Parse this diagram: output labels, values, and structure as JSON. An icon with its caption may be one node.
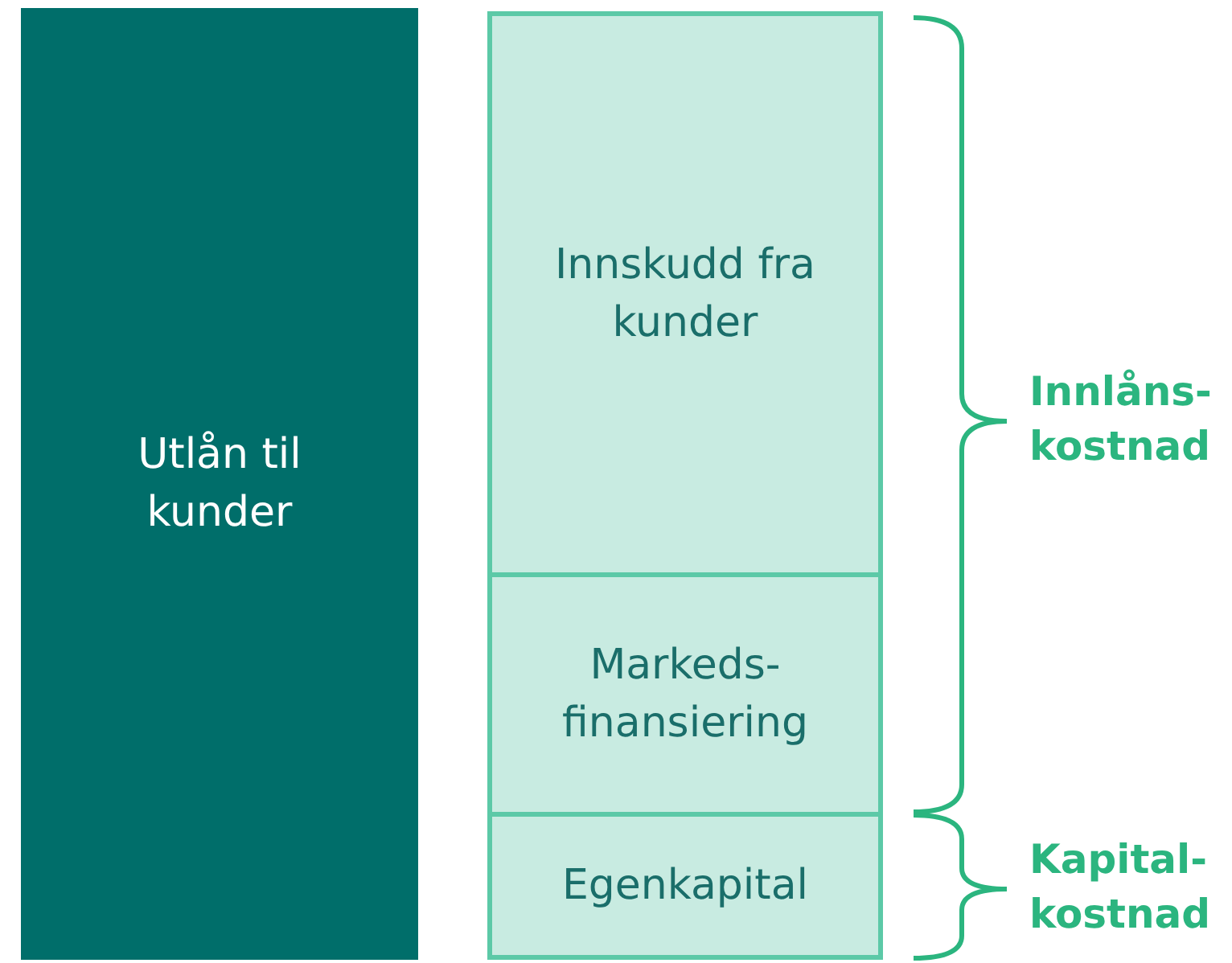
{
  "diagram": {
    "nodes": [
      {
        "text": [
          "Utlån til kunder"
        ]
      },
      {
        "text": [
          "Innskudd fra kunder"
        ]
      },
      {
        "text": [
          "Markeds- finansiering"
        ]
      },
      {
        "text": [
          "Egenkapital"
        ]
      }
    ],
    "labels": [
      "Innlåns- kostnad",
      "Kapital- kostnad"
    ]
  }
}
